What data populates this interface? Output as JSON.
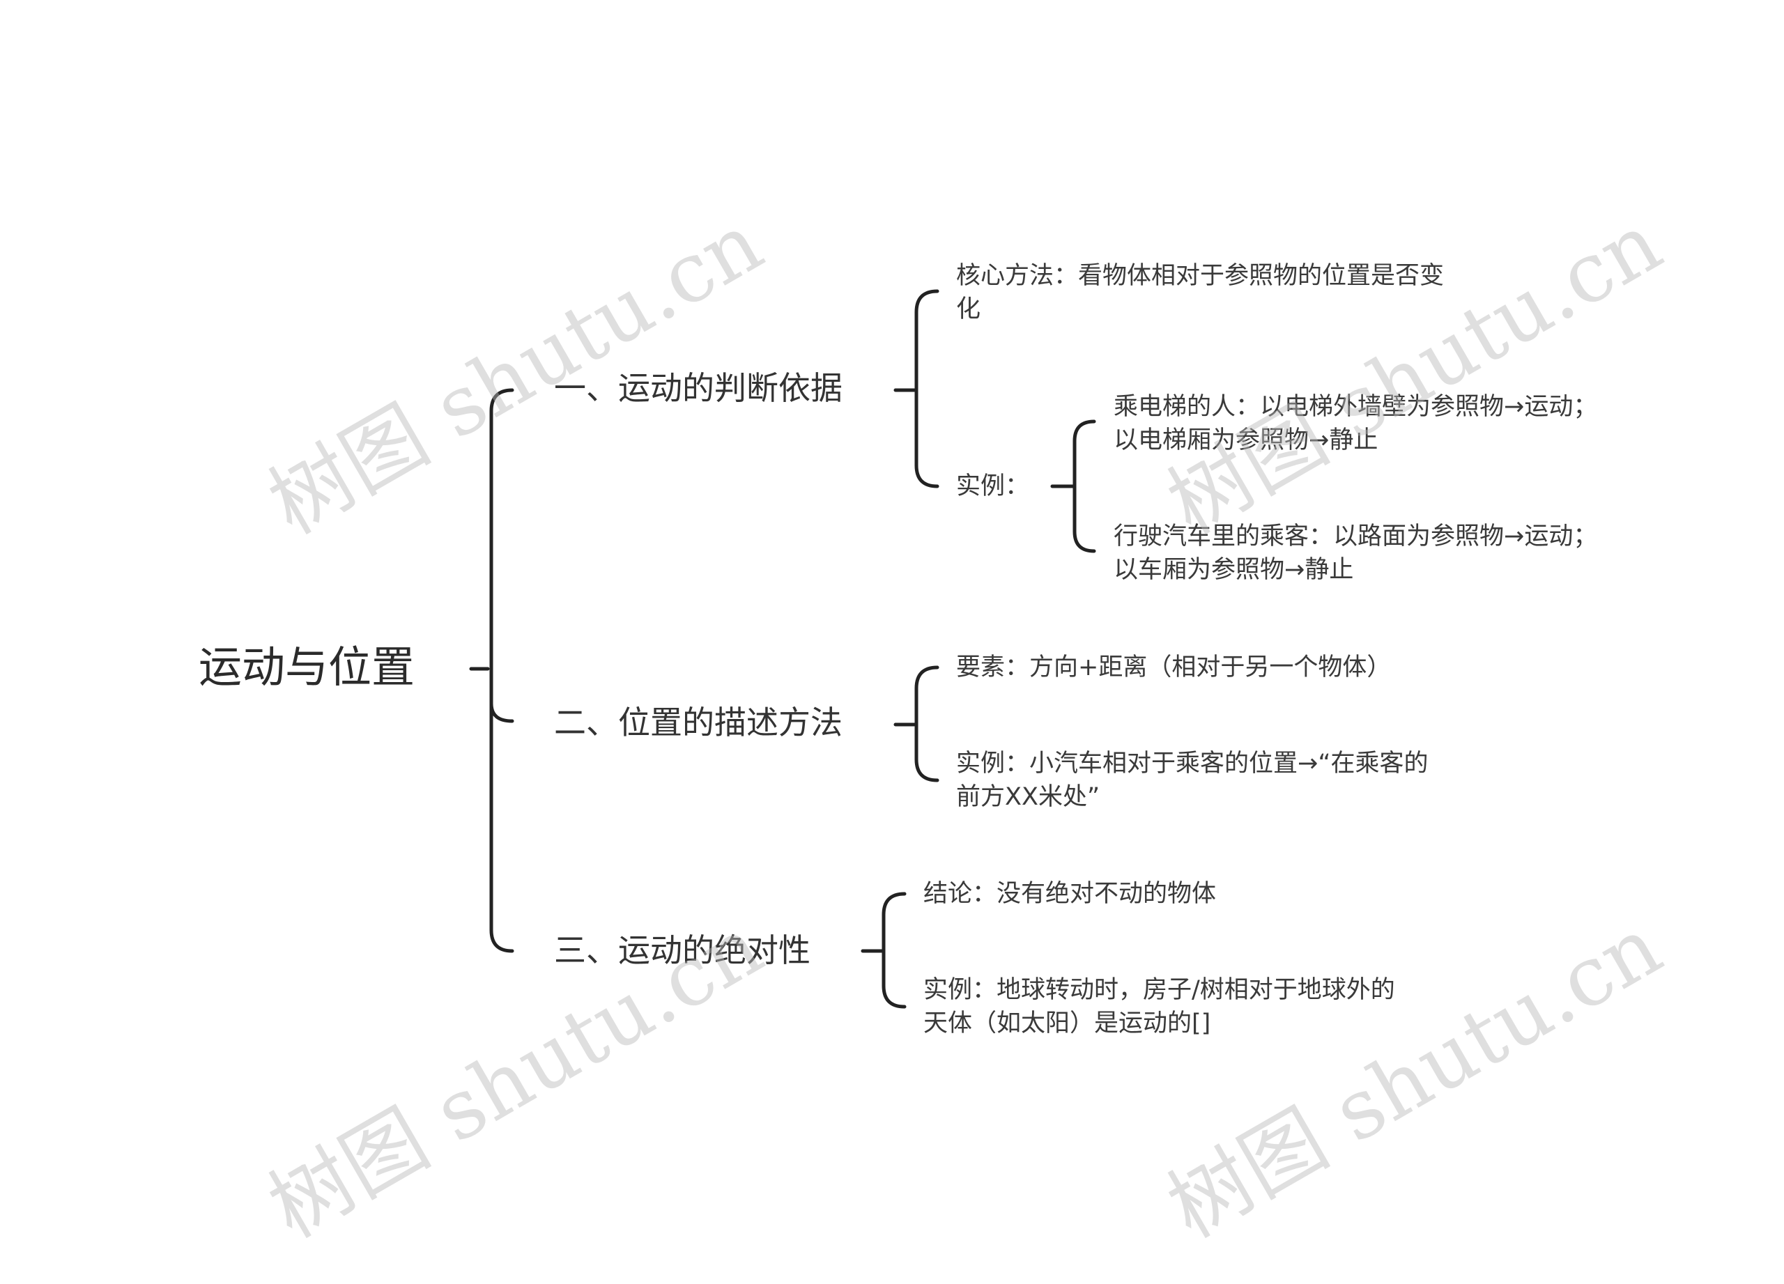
{
  "mindmap": {
    "root": "运动与位置",
    "branches": [
      {
        "title": "一、运动的判断依据",
        "children": [
          {
            "line1": "核心方法：看物体相对于参照物的位置是否变",
            "line2": "化"
          },
          {
            "label": "实例：",
            "children": [
              {
                "line1": "乘电梯的人：以电梯外墙壁为参照物→运动；",
                "line2": "以电梯厢为参照物→静止"
              },
              {
                "line1": "行驶汽车里的乘客：以路面为参照物→运动；",
                "line2": "以车厢为参照物→静止"
              }
            ]
          }
        ]
      },
      {
        "title": "二、位置的描述方法",
        "children": [
          {
            "line1": "要素：方向+距离（相对于另一个物体）"
          },
          {
            "line1": "实例：小汽车相对于乘客的位置→“在乘客的",
            "line2": "前方XX米处”"
          }
        ]
      },
      {
        "title": "三、运动的绝对性",
        "children": [
          {
            "line1": "结论：没有绝对不动的物体"
          },
          {
            "line1": "实例：地球转动时，房子/树相对于地球外的",
            "line2": "天体（如太阳）是运动的[]"
          }
        ]
      }
    ]
  },
  "watermark": "树图 shutu.cn",
  "colors": {
    "line": "#222222",
    "text": "#333333",
    "watermark": "#b9b9b9",
    "background": "#ffffff"
  }
}
